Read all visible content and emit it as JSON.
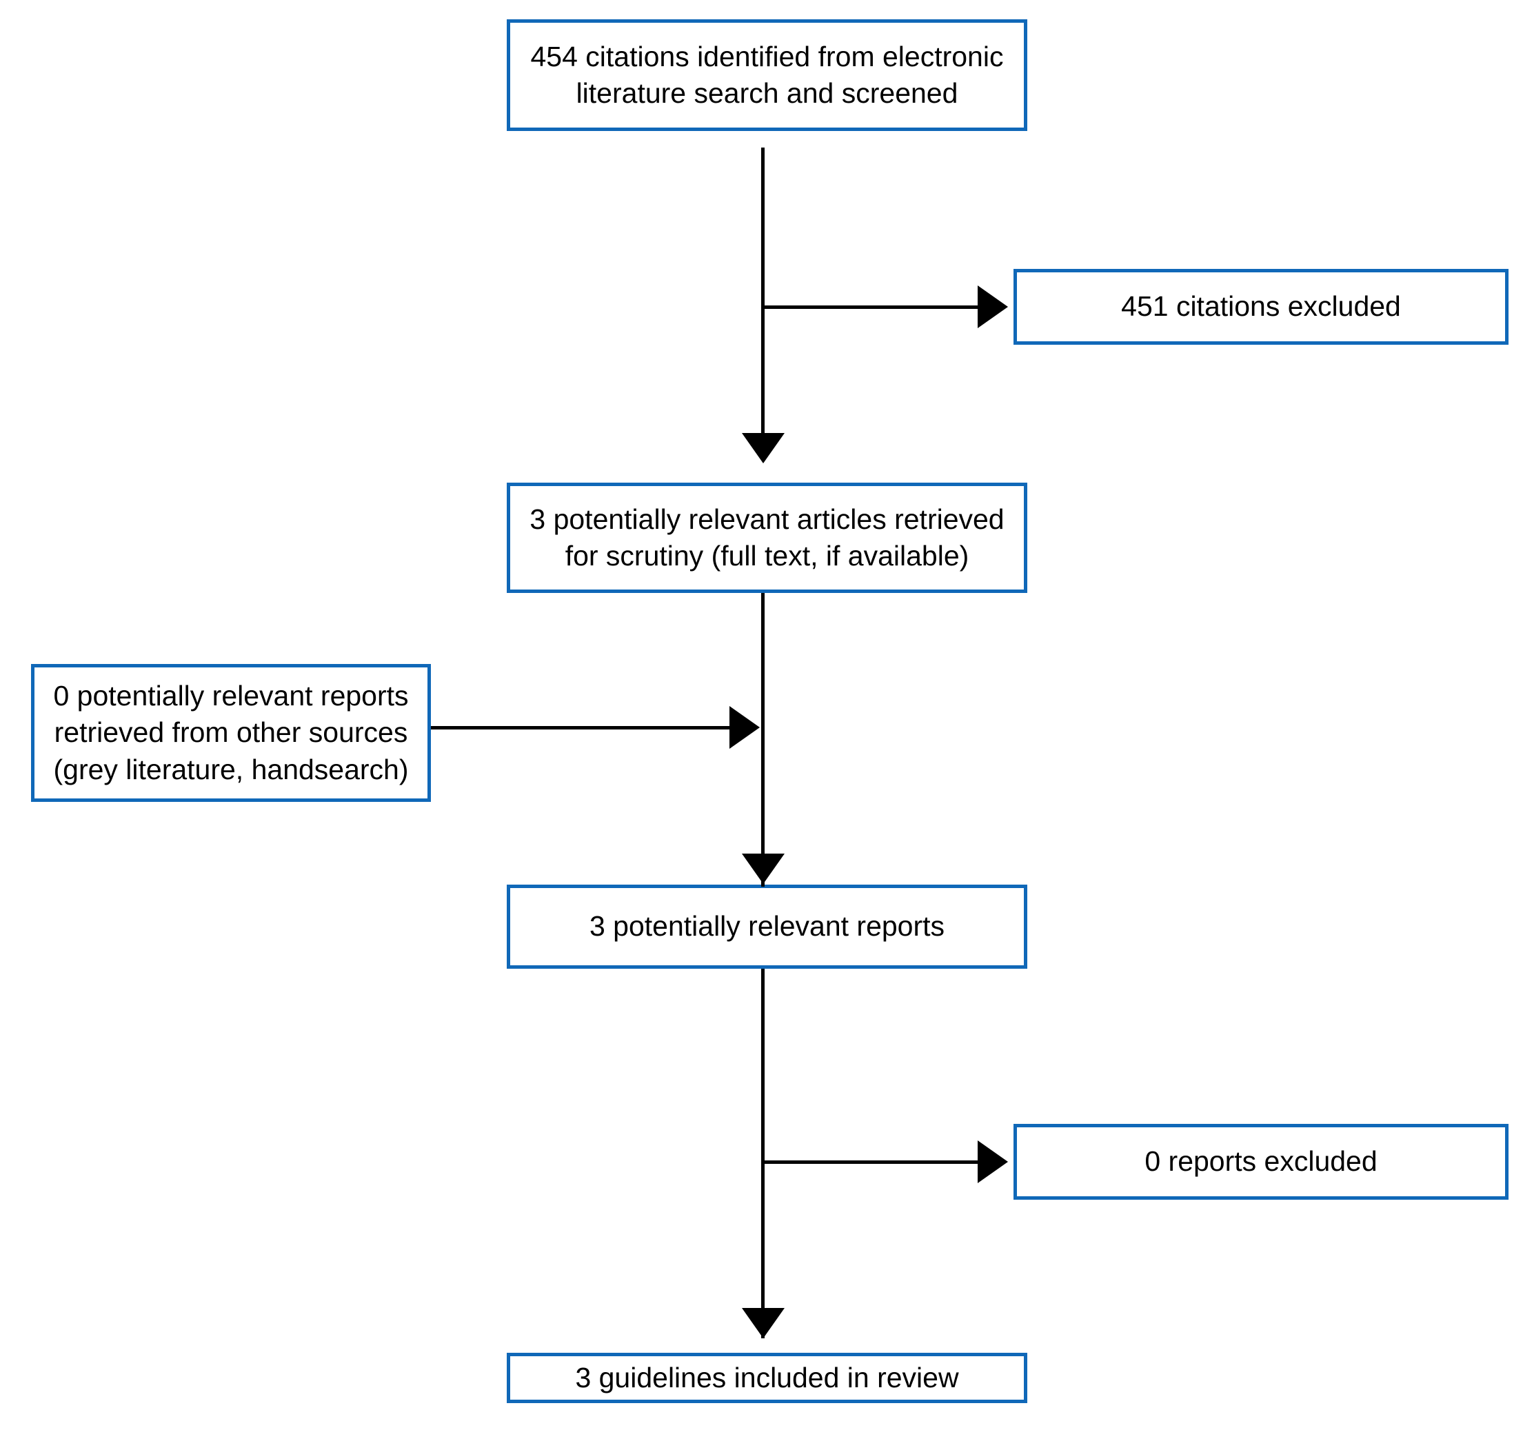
{
  "diagram": {
    "title": "PRISMA literature selection flow diagram",
    "accent_color": "#1068b8",
    "connector_color": "#000000",
    "background_color": "#ffffff",
    "nodes": [
      {
        "id": "identified",
        "label": "454 citations identified from electronic\nliterature search and screened",
        "count": 454,
        "stage": "identification"
      },
      {
        "id": "excluded_citations",
        "label": "451 citations excluded",
        "count": 451,
        "stage": "screening-exclusion"
      },
      {
        "id": "retrieved",
        "label": "3 potentially relevant articles retrieved\nfor scrutiny (full text, if available)",
        "count": 3,
        "stage": "eligibility"
      },
      {
        "id": "other_sources",
        "label": "0 potentially relevant reports\nretrieved from other sources\n(grey literature, handsearch)",
        "count": 0,
        "stage": "additional-records"
      },
      {
        "id": "relevant_reports",
        "label": "3 potentially relevant reports",
        "count": 3,
        "stage": "eligibility"
      },
      {
        "id": "excluded_reports",
        "label": "0 reports excluded",
        "count": 0,
        "stage": "eligibility-exclusion"
      },
      {
        "id": "included",
        "label": "3 guidelines included in review",
        "count": 3,
        "stage": "included"
      }
    ],
    "edges": [
      {
        "from": "identified",
        "to": "excluded_citations",
        "direction": "right"
      },
      {
        "from": "identified",
        "to": "retrieved",
        "direction": "down"
      },
      {
        "from": "other_sources",
        "to": "relevant_reports",
        "direction": "right"
      },
      {
        "from": "retrieved",
        "to": "relevant_reports",
        "direction": "down"
      },
      {
        "from": "relevant_reports",
        "to": "excluded_reports",
        "direction": "right"
      },
      {
        "from": "relevant_reports",
        "to": "included",
        "direction": "down"
      }
    ]
  }
}
